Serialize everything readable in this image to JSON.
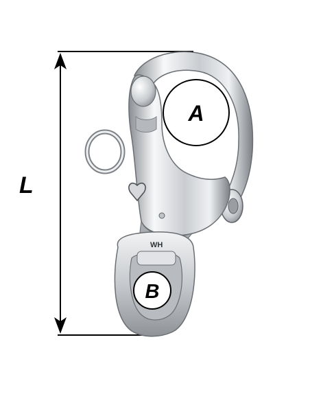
{
  "labels": {
    "length": "L",
    "opening_a": "A",
    "opening_b": "B",
    "logo": "WH"
  },
  "colors": {
    "line": "#000000",
    "metal_light": "#f4f5f6",
    "metal_mid": "#c7cacd",
    "metal_dark": "#7d8186",
    "metal_edge": "#5f6368",
    "circle_fill": "#ffffff",
    "background": "#ffffff"
  },
  "icons": [
    "double-arrow-icon",
    "snap-shackle-illustration",
    "split-ring-icon",
    "swivel-eye-icon"
  ]
}
